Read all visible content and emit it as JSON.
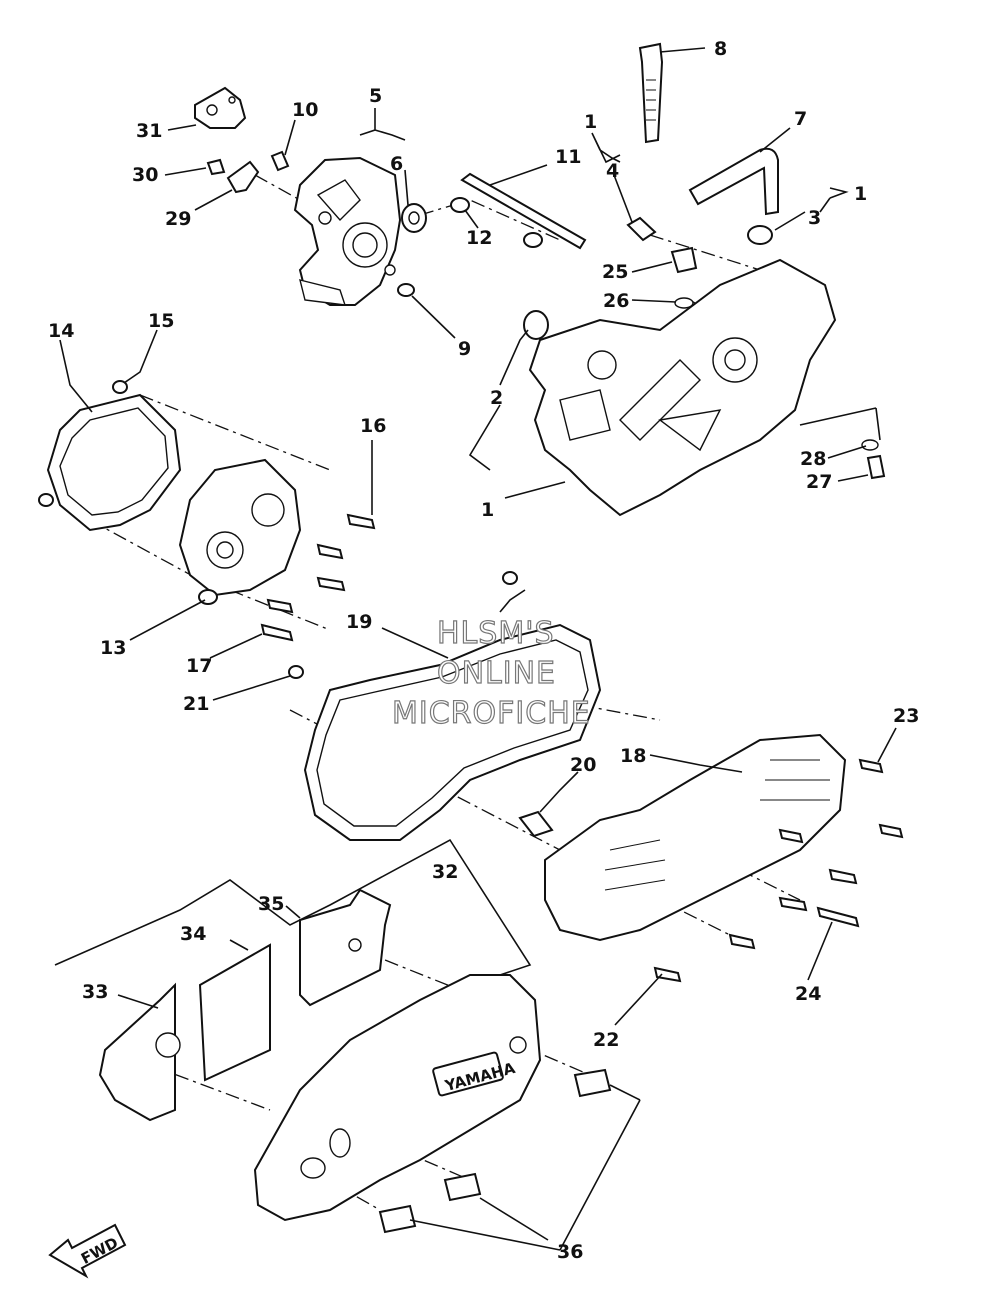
{
  "watermark": {
    "line1": "HLSM'S",
    "line2": "ONLINE",
    "line3": "MICROFICHE"
  },
  "logo_text": "YAMAHA",
  "fwd_text": "FWD",
  "callouts": [
    {
      "id": "c1a",
      "label": "1"
    },
    {
      "id": "c1b",
      "label": "1"
    },
    {
      "id": "c1c",
      "label": "1"
    },
    {
      "id": "c2",
      "label": "2"
    },
    {
      "id": "c3",
      "label": "3"
    },
    {
      "id": "c4",
      "label": "4"
    },
    {
      "id": "c5",
      "label": "5"
    },
    {
      "id": "c6",
      "label": "6"
    },
    {
      "id": "c7",
      "label": "7"
    },
    {
      "id": "c8",
      "label": "8"
    },
    {
      "id": "c9",
      "label": "9"
    },
    {
      "id": "c10",
      "label": "10"
    },
    {
      "id": "c11",
      "label": "11"
    },
    {
      "id": "c12",
      "label": "12"
    },
    {
      "id": "c13",
      "label": "13"
    },
    {
      "id": "c14",
      "label": "14"
    },
    {
      "id": "c15",
      "label": "15"
    },
    {
      "id": "c16",
      "label": "16"
    },
    {
      "id": "c17",
      "label": "17"
    },
    {
      "id": "c18",
      "label": "18"
    },
    {
      "id": "c19",
      "label": "19"
    },
    {
      "id": "c20",
      "label": "20"
    },
    {
      "id": "c21",
      "label": "21"
    },
    {
      "id": "c22",
      "label": "22"
    },
    {
      "id": "c23",
      "label": "23"
    },
    {
      "id": "c24",
      "label": "24"
    },
    {
      "id": "c25",
      "label": "25"
    },
    {
      "id": "c26",
      "label": "26"
    },
    {
      "id": "c27",
      "label": "27"
    },
    {
      "id": "c28",
      "label": "28"
    },
    {
      "id": "c29",
      "label": "29"
    },
    {
      "id": "c30",
      "label": "30"
    },
    {
      "id": "c31",
      "label": "31"
    },
    {
      "id": "c32",
      "label": "32"
    },
    {
      "id": "c33",
      "label": "33"
    },
    {
      "id": "c34",
      "label": "34"
    },
    {
      "id": "c35",
      "label": "35"
    },
    {
      "id": "c36",
      "label": "36"
    }
  ]
}
